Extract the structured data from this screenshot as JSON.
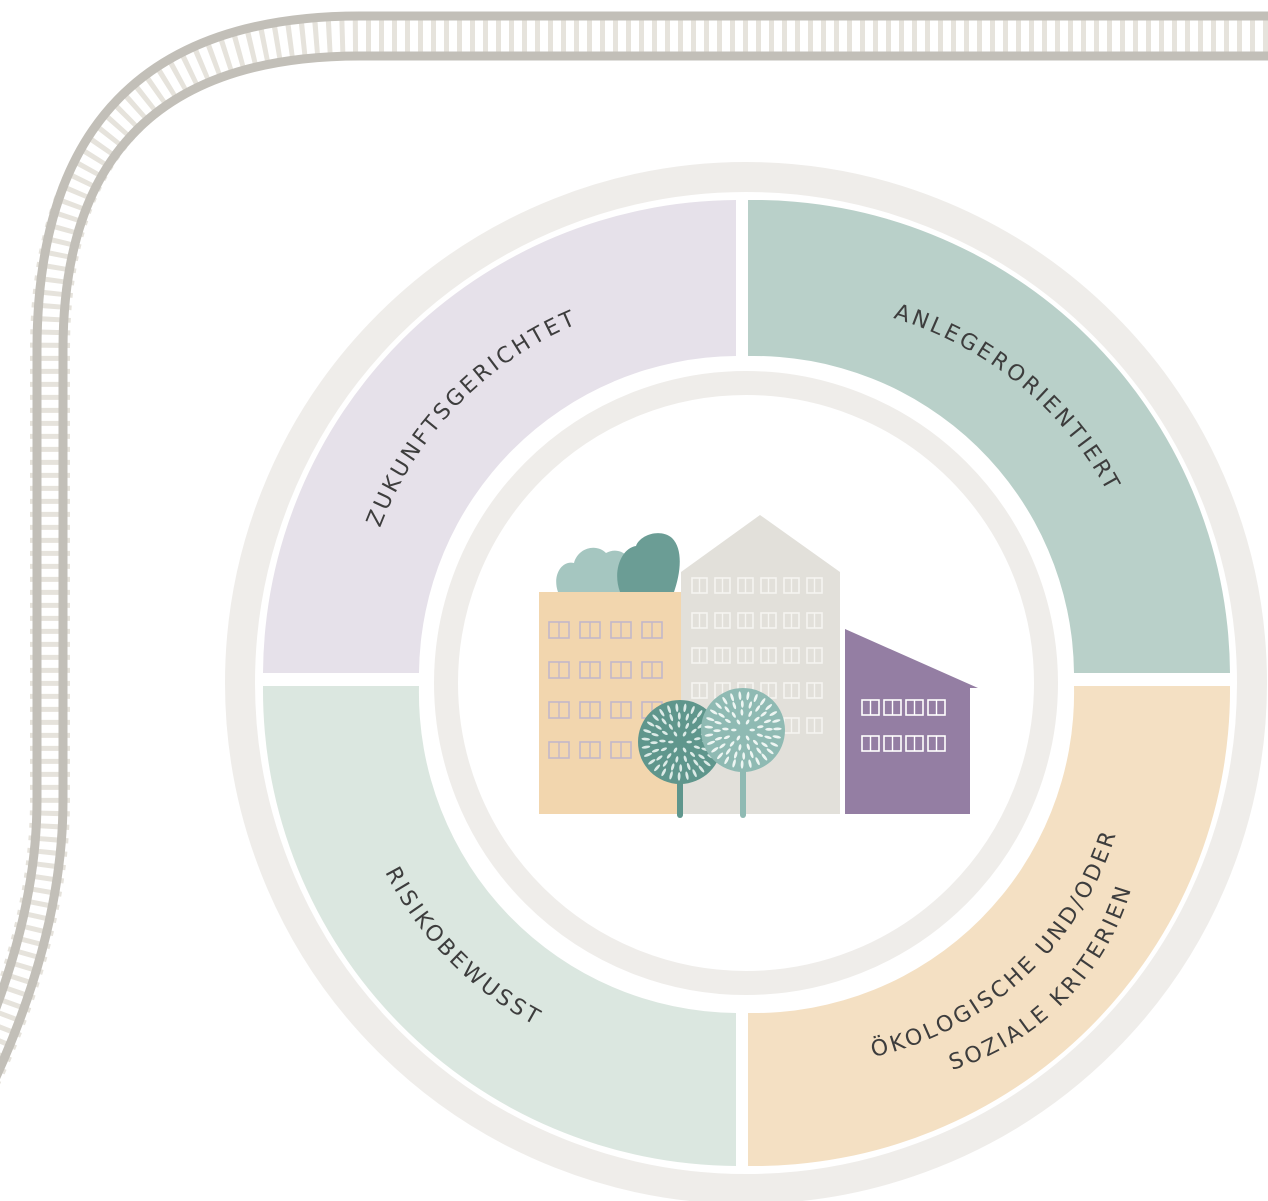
{
  "segments": [
    {
      "id": "top-left",
      "label_lines": [
        "ZUKUNFTSGERICHTET"
      ],
      "color": "#e6e1ea"
    },
    {
      "id": "top-right",
      "label_lines": [
        "ANLEGERORIENTIERT"
      ],
      "color": "#b9d0c9"
    },
    {
      "id": "bottom-left",
      "label_lines": [
        "RISIKOBEWUSST"
      ],
      "color": "#dbe7e0"
    },
    {
      "id": "bottom-right",
      "label_lines": [
        "ÖKOLOGISCHE UND/ODER",
        "SOZIALE KRITERIEN"
      ],
      "color": "#f4e0c3"
    }
  ],
  "colors": {
    "ring": "#efedea",
    "track_rail": "#c2bfb8",
    "track_tie": "#e6e3dc",
    "building_left": "#f2d6ae",
    "building_middle": "#e2e0da",
    "building_right": "#947ea3",
    "tree_dark": "#5f968c",
    "tree_light": "#8fbab3",
    "bush_dark": "#6b9d95",
    "bush_light": "#a5c6c0"
  },
  "icons": {
    "center": "buildings-with-trees-icon",
    "track": "railway-track-icon"
  }
}
